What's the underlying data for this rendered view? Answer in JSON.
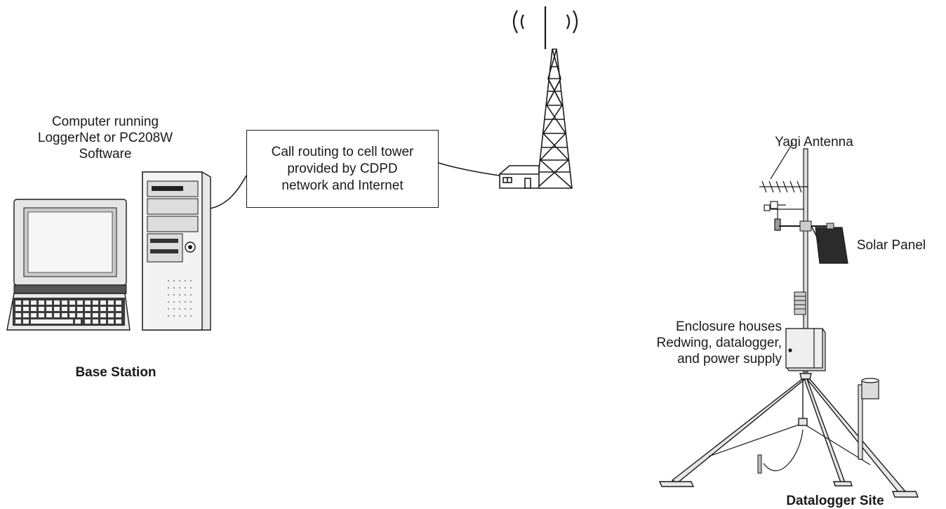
{
  "base_station": {
    "computer_label": [
      "Computer running",
      "LoggerNet or PC208W",
      "Software"
    ],
    "title": "Base Station"
  },
  "network": {
    "callout": [
      "Call routing to cell tower",
      "provided by CDPD",
      "network and Internet"
    ]
  },
  "site": {
    "antenna_label": "Yagi Antenna",
    "solar_label": "Solar Panel",
    "enclosure_label": [
      "Enclosure houses",
      "Redwing, datalogger,",
      "and power supply"
    ],
    "title": "Datalogger Site"
  }
}
